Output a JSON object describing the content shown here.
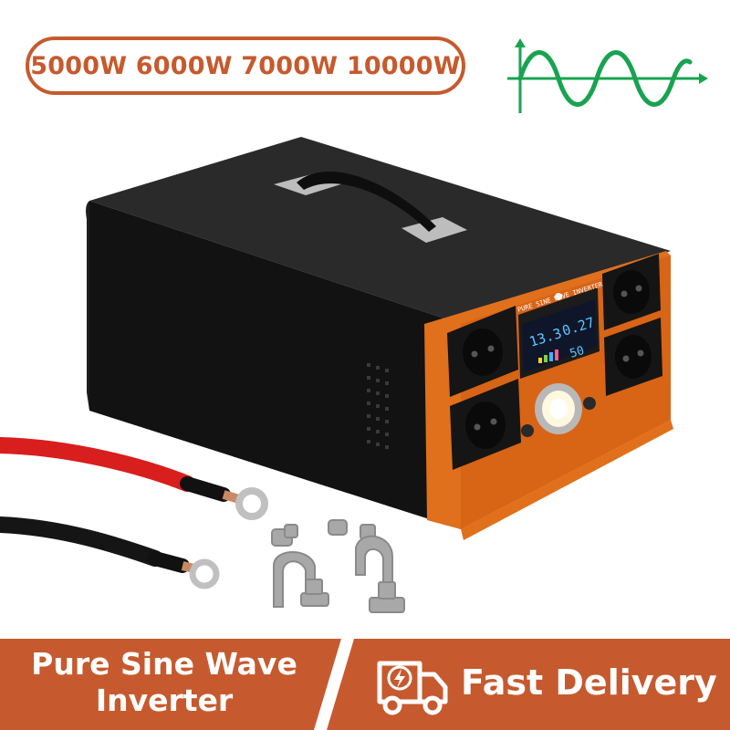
{
  "header": {
    "power_ratings": "5000W 6000W 7000W 10000W"
  },
  "device": {
    "panel_label": "PURE SINE WAVE INVERTER",
    "display": {
      "dc_voltage": "13.3",
      "ac_output": "0.27",
      "frequency": "50"
    }
  },
  "banner": {
    "left_line1": "Pure Sine Wave",
    "left_line2": "Inverter",
    "right_text": "Fast Delivery"
  },
  "colors": {
    "accent": "#c65a2e",
    "banner_bg": "#c65a2e",
    "wave_green": "#19a351",
    "device_body": "#1a1a1a",
    "device_orange": "#e0701c"
  },
  "icons": {
    "wave": "sine-wave-icon",
    "delivery": "delivery-truck-icon"
  }
}
